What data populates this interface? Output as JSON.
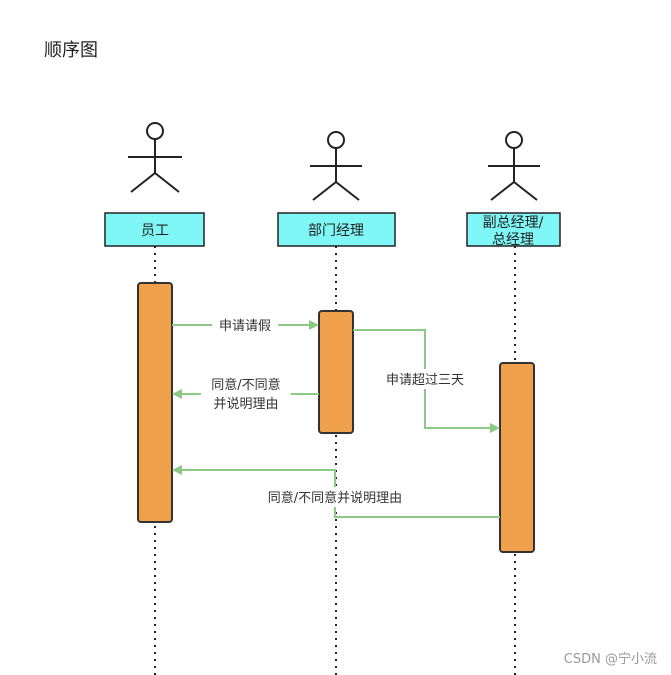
{
  "title": "顺序图",
  "actors": [
    {
      "name": "员工"
    },
    {
      "name": "部门经理"
    },
    {
      "name": "副总经理/",
      "name_line2": "总经理"
    }
  ],
  "messages": {
    "request_leave": "申请请假",
    "reply_1_line1": "同意/不同意",
    "reply_1_line2": "并说明理由",
    "over_three_days": "申请超过三天",
    "reply_2": "同意/不同意并说明理由"
  },
  "colors": {
    "actor_box": "#7ff7f7",
    "activation": "#f0a04b",
    "arrow": "#8cc984",
    "lifeline": "#222222"
  },
  "watermark": "CSDN @宁小流"
}
